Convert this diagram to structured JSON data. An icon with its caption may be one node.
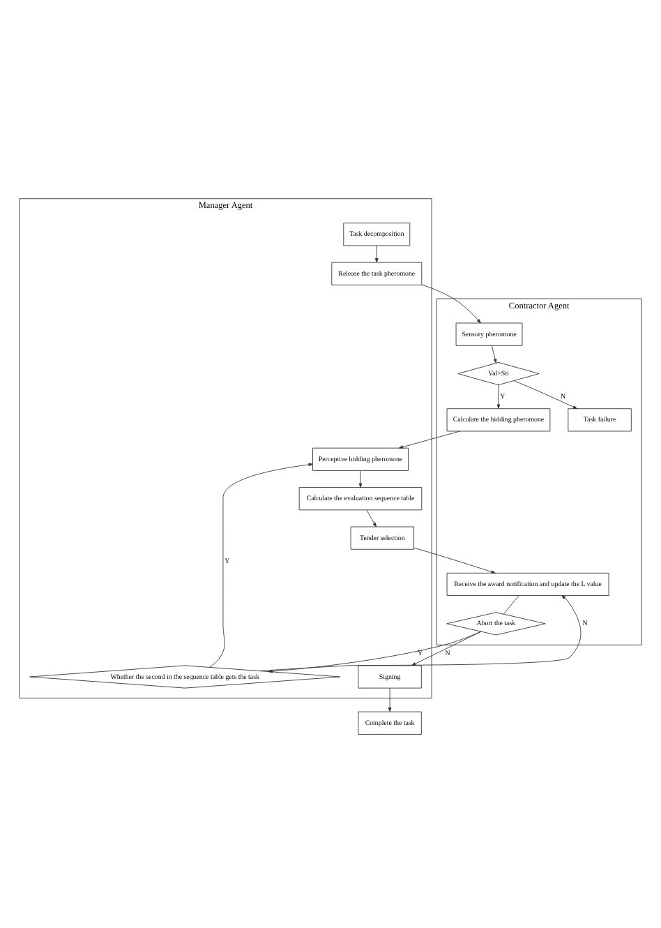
{
  "diagram": {
    "nodes": [
      {
        "text": [
          "Manager Agent"
        ]
      },
      {
        "text": [
          "Task decomposition"
        ],
        "in": 0
      },
      {
        "text": [
          "Release the task pheromone"
        ],
        "in": 0
      },
      {
        "text": [
          "Perceptive bidding pheromone"
        ],
        "in": 0
      },
      {
        "text": [
          "Calculate the evaluation sequence table"
        ],
        "in": 0
      },
      {
        "text": [
          "Tender selection"
        ],
        "in": 0
      },
      {
        "text": [
          "Whether the second in the sequence table gets the task"
        ],
        "in": 0
      },
      {
        "text": [
          "Signing"
        ],
        "in": 0
      },
      {
        "text": [
          "Contractor Agent"
        ]
      },
      {
        "text": [
          "Sensory pheromone"
        ],
        "in": 8
      },
      {
        "text": [
          "Val>Sti"
        ],
        "in": 8
      },
      {
        "text": [
          "Calculate the bidding pheromone"
        ],
        "in": 8
      },
      {
        "text": [
          "Task failure"
        ],
        "in": 8
      },
      {
        "text": [
          "Receive the award notification and update the L value"
        ],
        "in": 8
      },
      {
        "text": [
          "Abort the task"
        ],
        "in": 8
      },
      {
        "text": [
          "Complete the task"
        ]
      }
    ],
    "edges": [
      {
        "from": 1,
        "to": 2,
        "arrow": "to"
      },
      {
        "from": 2,
        "to": 9,
        "arrow": "to"
      },
      {
        "from": 9,
        "to": 10,
        "arrow": "to"
      },
      {
        "from": 10,
        "to": 11,
        "arrow": "to",
        "label": "Y"
      },
      {
        "from": 10,
        "to": 12,
        "arrow": "to",
        "label": "N"
      },
      {
        "from": 11,
        "to": 3,
        "arrow": "to"
      },
      {
        "from": 3,
        "to": 4,
        "arrow": "to"
      },
      {
        "from": 4,
        "to": 5,
        "arrow": "to"
      },
      {
        "from": 5,
        "to": 13,
        "arrow": "to"
      },
      {
        "from": 13,
        "to": 14,
        "arrow": "none"
      },
      {
        "from": 14,
        "to": 6,
        "arrow": "to",
        "label": "Y"
      },
      {
        "from": 14,
        "to": 7,
        "arrow": "to",
        "label": "N"
      },
      {
        "from": 6,
        "to": 13,
        "arrow": "to",
        "label": "N"
      },
      {
        "from": 6,
        "to": 3,
        "arrow": "to",
        "label": "Y"
      },
      {
        "from": 7,
        "to": 15,
        "arrow": "to"
      }
    ]
  }
}
